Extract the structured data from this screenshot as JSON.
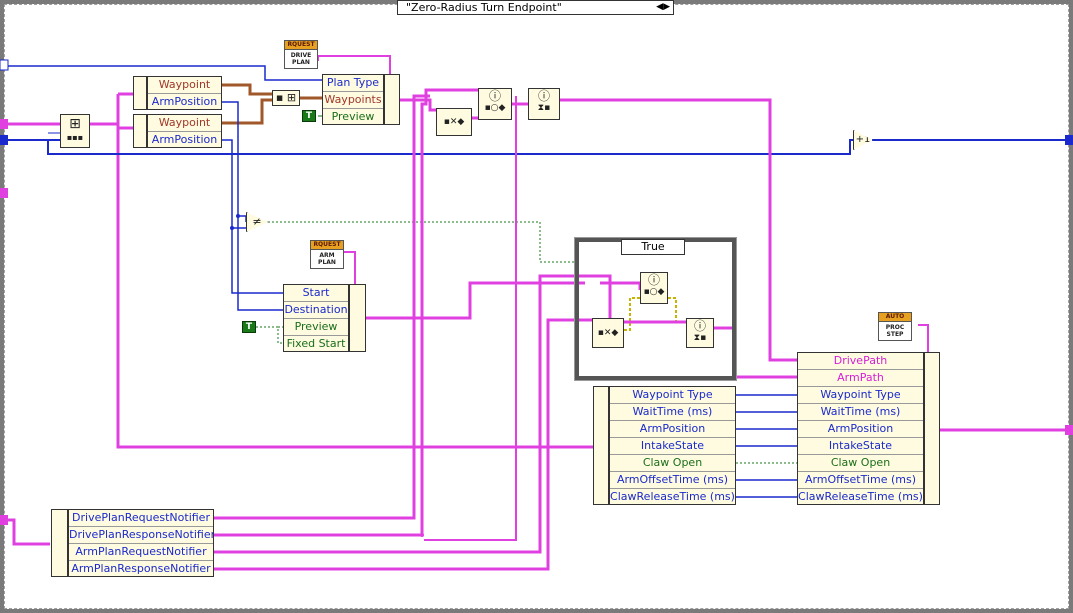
{
  "case_selector": {
    "value": "\"Zero-Radius Turn Endpoint\"",
    "arrows": "◀▶"
  },
  "inner_case": {
    "value": "True",
    "arrows": "◀▼▶"
  },
  "waypoint_unbundle_1": {
    "rows": [
      "Waypoint",
      "ArmPosition"
    ]
  },
  "waypoint_unbundle_2": {
    "rows": [
      "Waypoint",
      "ArmPosition"
    ]
  },
  "drive_plan_request": {
    "header": "RQUEST",
    "text": "DRIVE PLAN"
  },
  "drive_plan_bundle": {
    "rows": [
      "Plan Type",
      "Waypoints",
      "Preview"
    ]
  },
  "arm_plan_request": {
    "header": "RQUEST",
    "text": "ARM PLAN"
  },
  "arm_plan_bundle": {
    "rows": [
      "Start",
      "Destination",
      "Preview",
      "Fixed Start"
    ]
  },
  "auto_proc_step": {
    "header": "AUTO",
    "text": "PROC STEP"
  },
  "bool_true_label": "T",
  "notifiers_unbundle": {
    "rows": [
      "DrivePlanRequestNotifier",
      "DrivePlanResponseNotifier",
      "ArmPlanRequestNotifier",
      "ArmPlanResponseNotifier"
    ]
  },
  "step_unbundle": {
    "rows": [
      "Waypoint Type",
      "WaitTime (ms)",
      "ArmPosition",
      "IntakeState",
      "Claw Open",
      "ArmOffsetTime (ms)",
      "ClawReleaseTime (ms)"
    ]
  },
  "output_bundle": {
    "rows": [
      "DrivePath",
      "ArmPath",
      "Waypoint Type",
      "WaitTime (ms)",
      "ArmPosition",
      "IntakeState",
      "Claw Open",
      "ArmOffsetTime (ms)",
      "ClawReleaseTime (ms)"
    ]
  },
  "icons": {
    "send_notification": "send-notification-icon",
    "wait_notification": "wait-on-notification-icon",
    "error_icon": "error-icon",
    "increment": "increment-icon",
    "not_equal": "not-equal-icon"
  },
  "colors": {
    "wire_pink": "#e040e0",
    "wire_blue": "#1a2acc",
    "wire_brown": "#a0572a",
    "wire_green": "#1a7a1a",
    "node_bg": "#fffbe0"
  }
}
